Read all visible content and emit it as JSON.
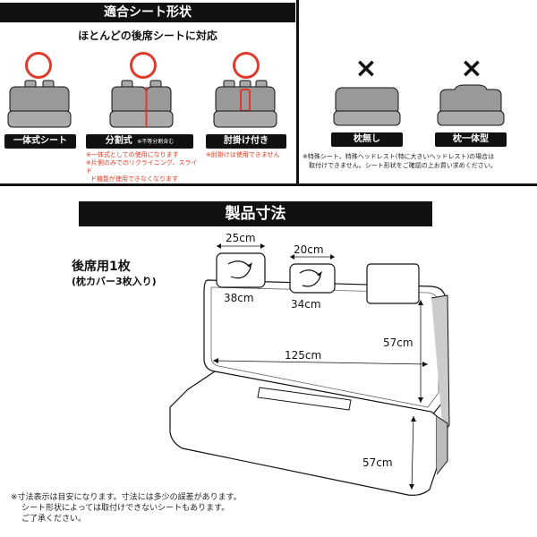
{
  "compat": {
    "header": "適合シート形状",
    "subheader": "ほとんどの後席シートに対応",
    "ok_mark": "○",
    "ng_mark": "×",
    "types": [
      {
        "label": "一体式シート"
      },
      {
        "label": "分割式",
        "label_note": "※不等分割含む",
        "notes": [
          "※一体式としての使用になります",
          "※片側のみでのリクライニング、スライド",
          "ド機能が使用できなくなります"
        ]
      },
      {
        "label": "肘掛け付き",
        "notes": [
          "※肘掛けは使用できません"
        ]
      }
    ],
    "ng_types": [
      {
        "label": "枕無し"
      },
      {
        "label": "枕一体型"
      }
    ],
    "ng_notes": [
      "※特殊シート、特殊ヘッドレスト(特に大きいヘッドレスト)の場合は",
      "取付けできません。シート形状をご確認の上お買い求めください。"
    ]
  },
  "dims": {
    "header": "製品寸法",
    "product_title": "後席用1枚",
    "product_sub": "(枕カバー3枚入り)",
    "headrest_w1": "25cm",
    "headrest_h1": "38cm",
    "headrest_w2": "20cm",
    "headrest_h2": "34cm",
    "width": "125cm",
    "back_h": "57cm",
    "seat_d": "57cm",
    "notes": [
      "※寸法表示は目安になります。寸法には多少の誤差があります。",
      "シート形状によっては取付けできないシートもあります。",
      "ご了承ください。"
    ]
  }
}
